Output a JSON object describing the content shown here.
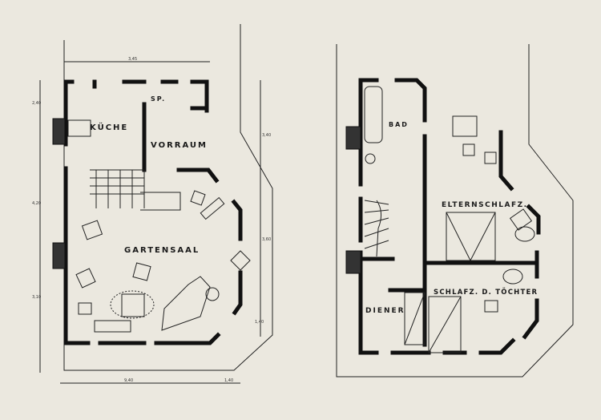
{
  "ground_floor": {
    "rooms": {
      "kitchen": "KÜCHE",
      "pantry": "SP.",
      "vestibule": "VORRAUM",
      "garden_hall": "GARTENSAAL"
    },
    "dimensions": {
      "top": "3,45",
      "left_upper": "2,40",
      "left_middle": "4,20",
      "left_lower": "3,10",
      "right_upper": "3,40",
      "right_middle": "3,60",
      "right_lower": "1,40",
      "bottom_main": "9,40",
      "bottom_right": "1,40"
    }
  },
  "upper_floor": {
    "rooms": {
      "bath": "BAD",
      "parents_bedroom": "ELTERNSCHLAFZ.",
      "daughters_bedroom": "SCHLAFZ. D. TÖCHTER",
      "servant": "DIENER"
    }
  },
  "colors": {
    "paper": "#ebe8df",
    "ink": "#111111"
  }
}
